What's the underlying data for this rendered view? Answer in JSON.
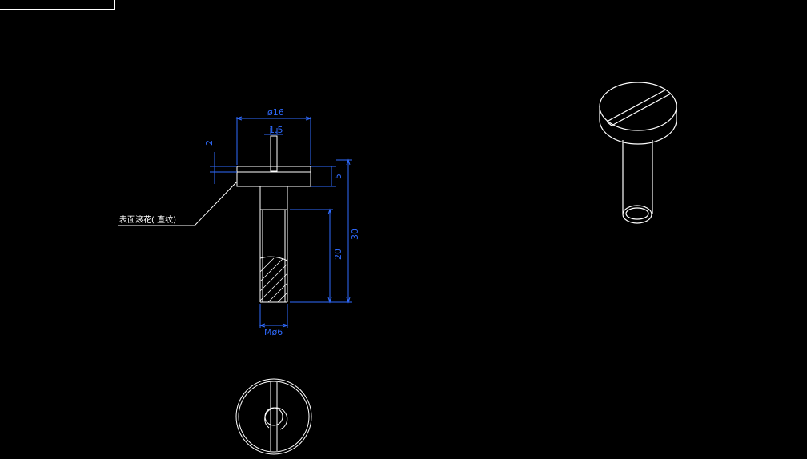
{
  "drawing": {
    "background_color": "#000000",
    "line_color": "#ffffff",
    "dimension_color": "#2f6bff",
    "dimensions": {
      "head_diameter": "ø16",
      "slot_width": "1.5",
      "slot_depth": "2",
      "head_height": "5",
      "total_length": "30",
      "thread_length": "20",
      "thread_spec": "Mø6"
    },
    "surface_note": "表面滚花( 直纹)",
    "views": [
      "front-view",
      "top-view",
      "isometric-view"
    ]
  }
}
